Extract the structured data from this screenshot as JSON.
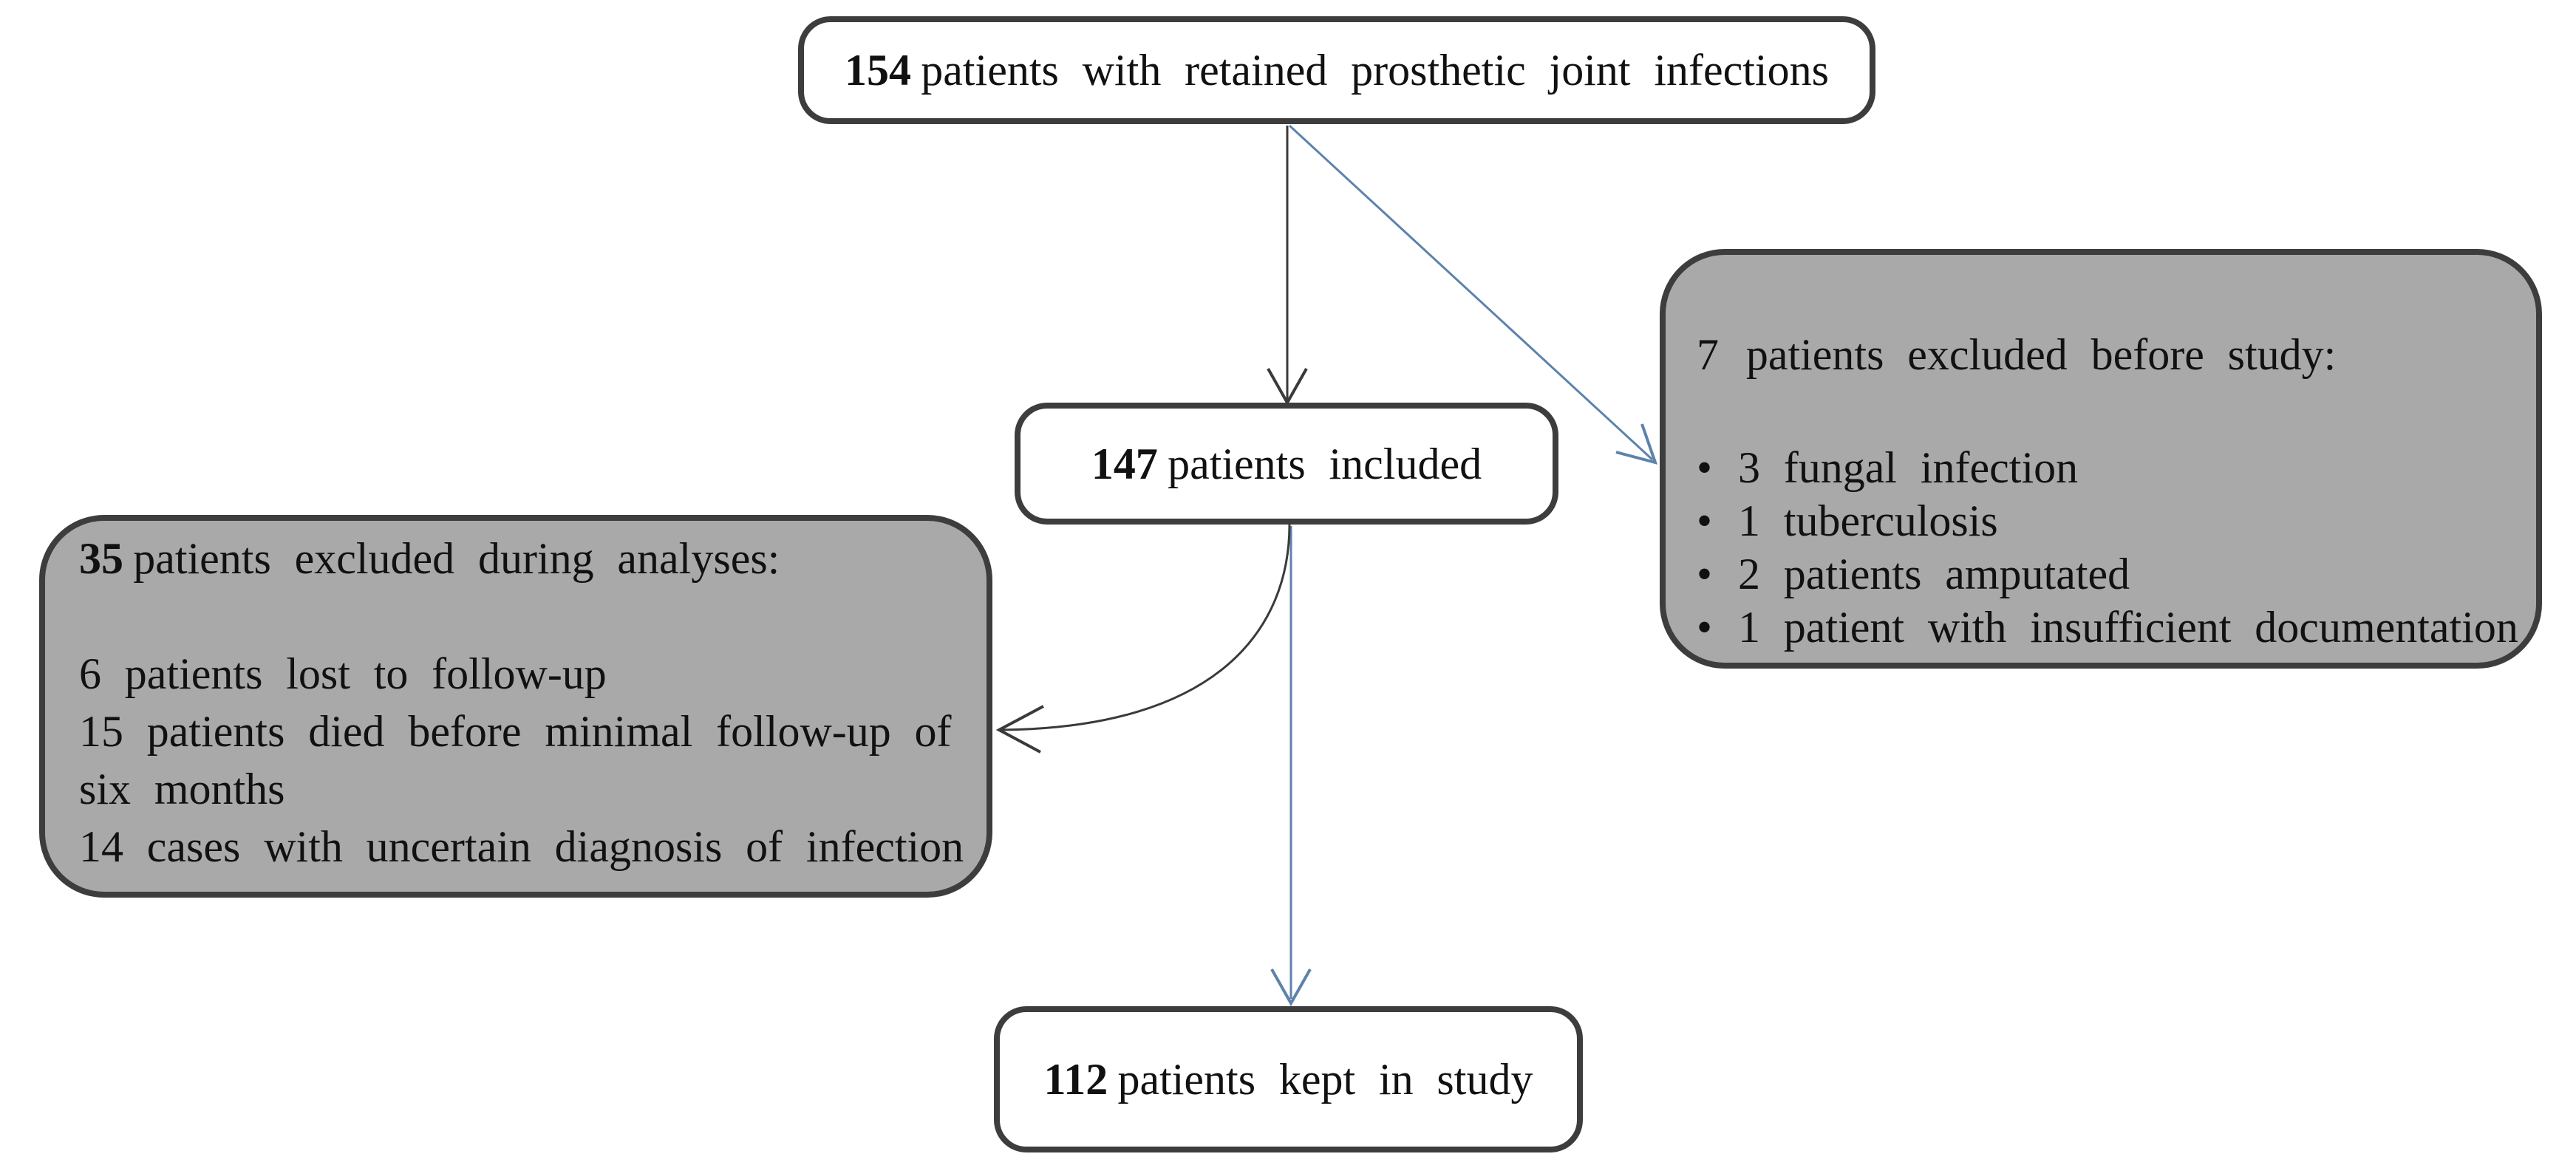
{
  "colors": {
    "box_border": "#3d3d3d",
    "gray_fill": "#a9a9a9",
    "white_fill": "#ffffff",
    "arrow_blue": "#5d83ab",
    "arrow_dark": "#3a3a3a",
    "text_color": "#111111"
  },
  "boxes": {
    "total": {
      "number": "154",
      "text": "patients with retained prosthetic joint infections"
    },
    "included": {
      "number": "147",
      "text": "patients included"
    },
    "excluded_before": {
      "title_number": "7",
      "title_text": "patients excluded before study:",
      "bullet_glyph": "•",
      "items": [
        "3 fungal infection",
        "1 tuberculosis",
        "2 patients amputated",
        "1 patient with insufficient documentation"
      ]
    },
    "excluded_during": {
      "title_number": "35",
      "title_text": "patients excluded during analyses:",
      "lines": [
        "6 patients lost to follow-up",
        "15 patients died before minimal follow-up of",
        "six months",
        "14 cases with uncertain diagnosis of infection"
      ]
    },
    "kept": {
      "number": "112",
      "text": "patients kept in study"
    }
  }
}
